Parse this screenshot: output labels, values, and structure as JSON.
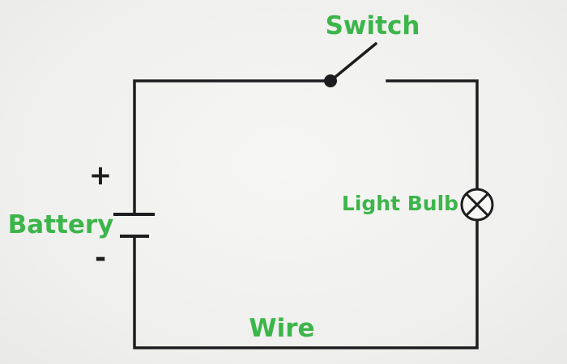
{
  "colors": {
    "label": "#3cb54a",
    "wire": "#1d1d1f",
    "background": "#f1f1ef"
  },
  "labels": {
    "switch": "Switch",
    "battery": "Battery",
    "battery_plus": "+",
    "battery_minus": "-",
    "light_bulb": "Light Bulb",
    "wire": "Wire"
  },
  "icons": {
    "bulb": "lamp-cross-icon",
    "switch": "open-switch-icon",
    "battery": "battery-cell-icon"
  }
}
